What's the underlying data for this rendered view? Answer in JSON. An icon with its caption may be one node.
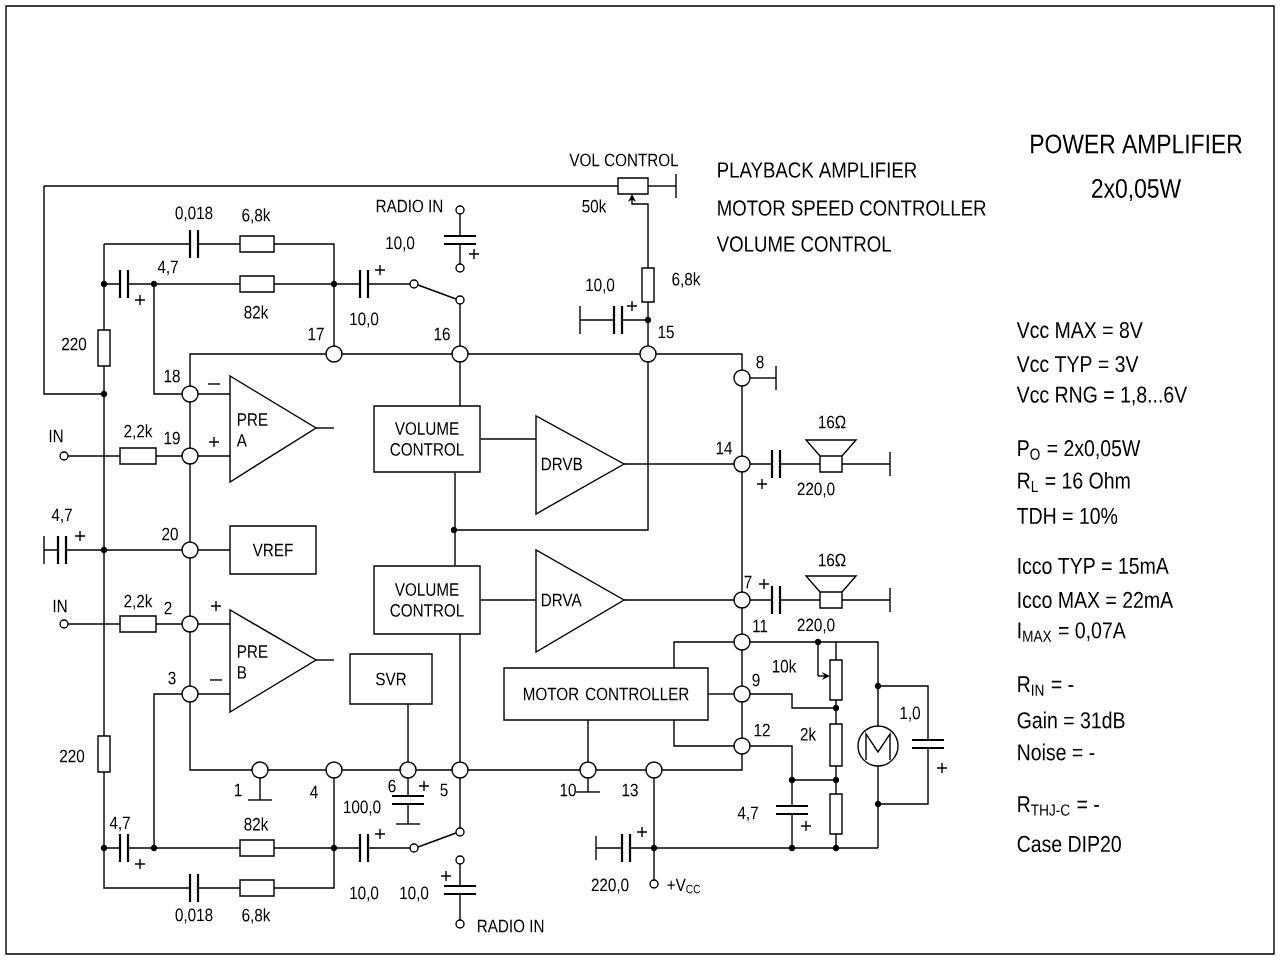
{
  "diagram": {
    "nodes": [
      {
        "text": [
          "PRE A"
        ]
      },
      {
        "text": [
          "VOLUME CONTROL"
        ]
      },
      {
        "text": [
          "DRVB"
        ]
      },
      {
        "text": [
          "VREF"
        ]
      },
      {
        "text": [
          "VOLUME CONTROL"
        ]
      },
      {
        "text": [
          "DRVA"
        ]
      },
      {
        "text": [
          "PRE B"
        ]
      },
      {
        "text": [
          "SVR"
        ]
      },
      {
        "text": [
          "MOTOR CONTROLLER"
        ]
      }
    ],
    "edges": [
      {
        "from": 1,
        "to": 2,
        "arrow": "none"
      },
      {
        "from": 4,
        "to": 5,
        "arrow": "none"
      },
      {
        "from": 1,
        "to": 4,
        "arrow": "none"
      }
    ],
    "labels": [
      "VOL CONTROL",
      "50k",
      "PLAYBACK AMPLIFIER",
      "MOTOR SPEED CONTROLLER",
      "VOLUME CONTROL",
      "POWER AMPLIFIER",
      "2x0,05W",
      "0,018",
      "6,8k",
      "RADIO IN",
      "10,0",
      "4,7",
      "82k",
      "10,0",
      "6,8k",
      "220",
      "17",
      "10,0",
      "16",
      "15",
      "8",
      "18",
      "IN",
      "2,2k",
      "19",
      "16Ω",
      "14",
      "220,0",
      "4,7",
      "20",
      "IN",
      "2,2k",
      "2",
      "16Ω",
      "7",
      "11",
      "220,0",
      "10k",
      "3",
      "9",
      "12",
      "2k",
      "1,0",
      "220",
      "1",
      "4",
      "6",
      "5",
      "10",
      "13",
      "100,0",
      "4,7",
      "4,7",
      "82k",
      "10,0",
      "10,0",
      "220,0",
      "+V$_{CC}$",
      "0,018",
      "6,8k",
      "RADIO IN",
      "Vcc MAX = 8V",
      "Vcc TYP = 3V",
      "Vcc RNG = 1,8...6V",
      "P$_{O}$ = 2x0,05W",
      "R$_{L}$ = 16 Ohm",
      "TDH = 10%",
      "Icco TYP = 15mA",
      "Icco MAX = 22mA",
      "I$_{MAX}$ = 0,07A",
      "R$_{IN}$ = -",
      "Gain = 31dB",
      "Noise = -",
      "R$_{THJ-C}$ = -",
      "Case DIP20"
    ]
  }
}
